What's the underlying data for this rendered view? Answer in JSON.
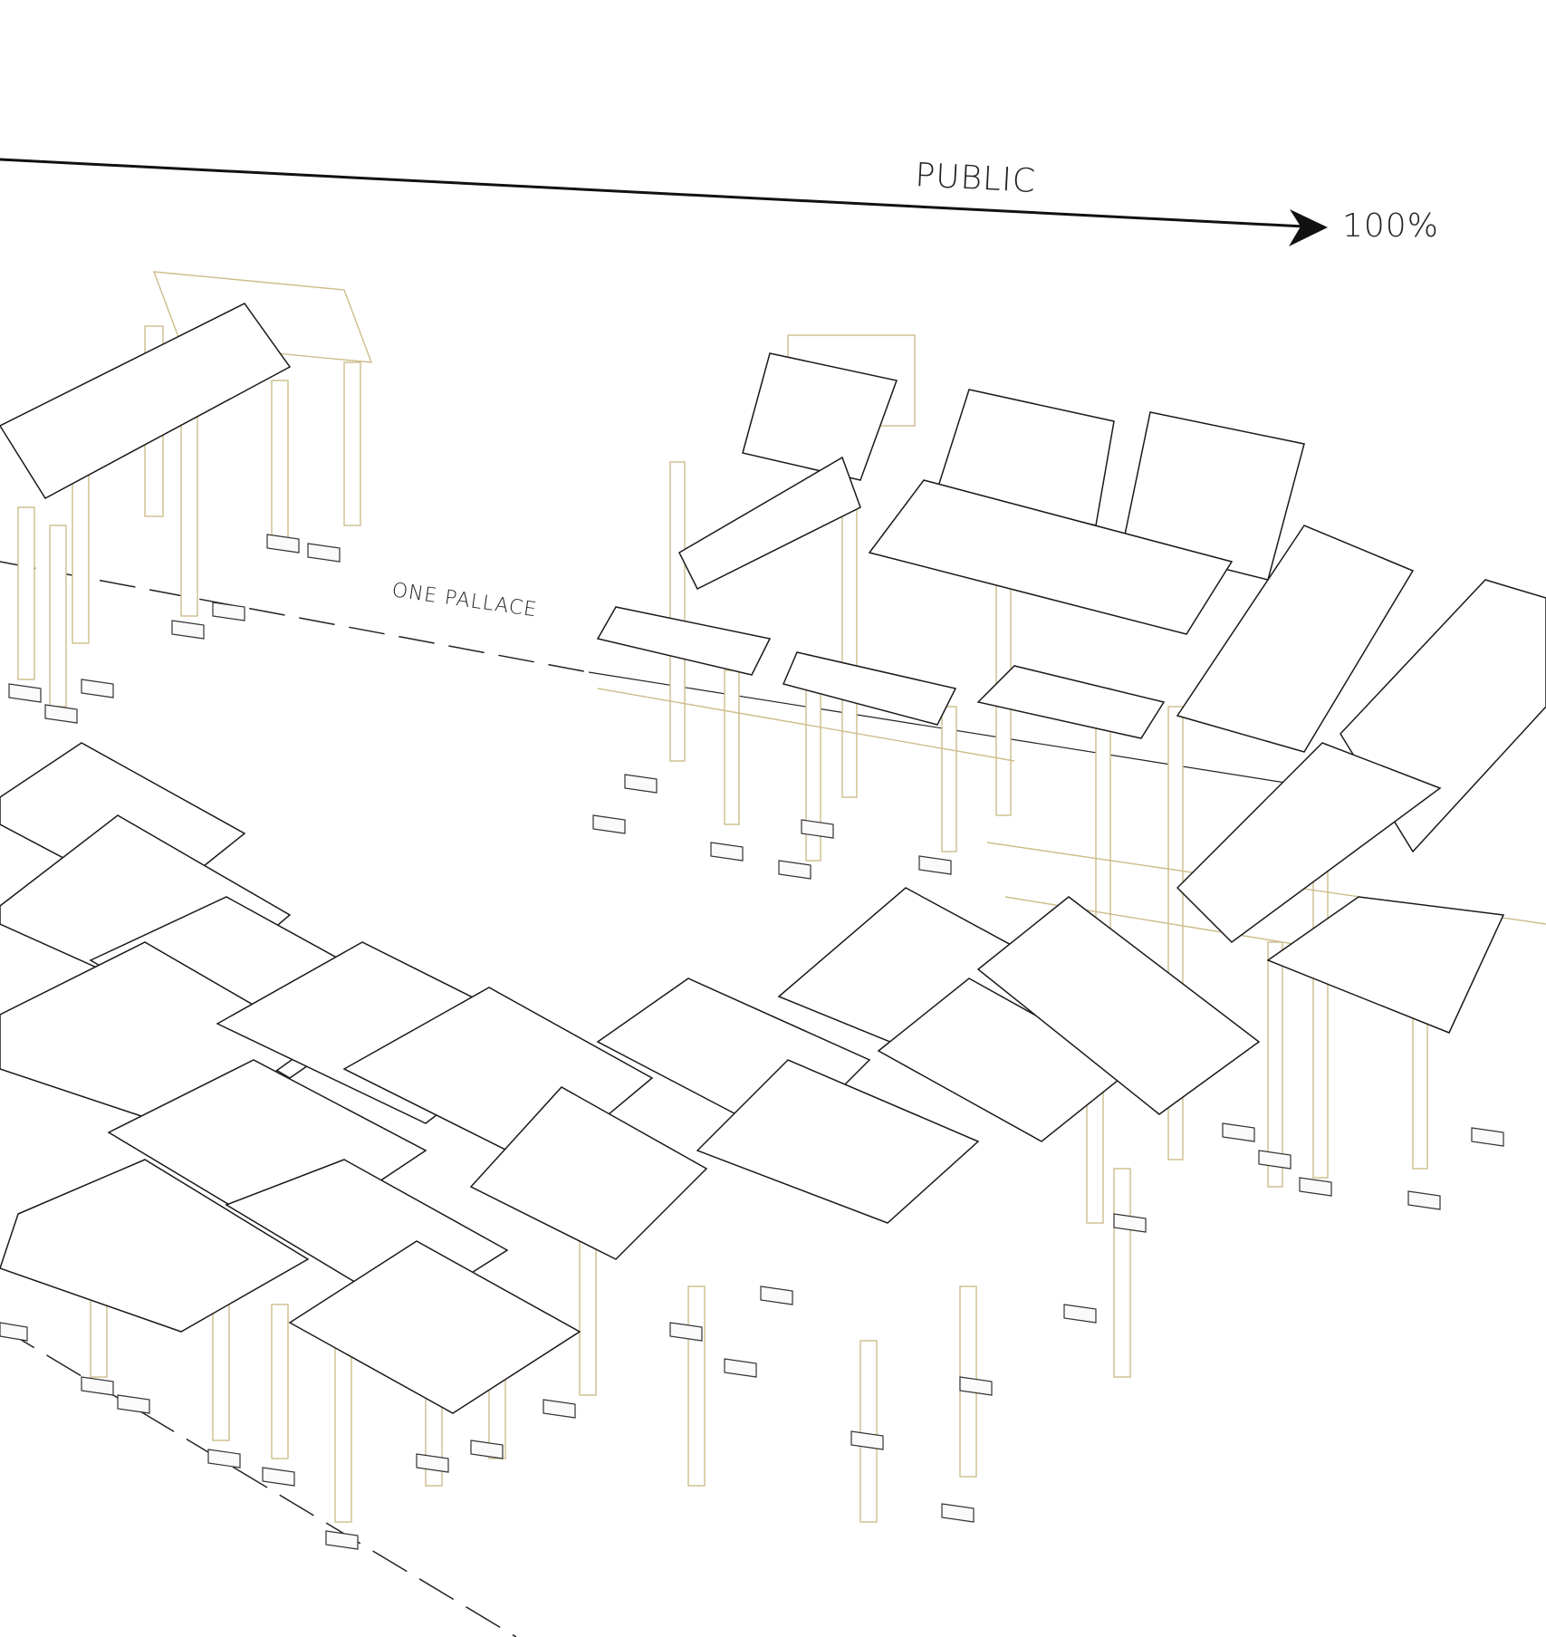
{
  "diagram": {
    "axis_label": "PUBLIC",
    "axis_end_label": "100%",
    "zone_label": "ONE PALLACE"
  },
  "colors": {
    "timber": "#cdbd8b",
    "line": "#1a1a1a",
    "background": "#ffffff"
  }
}
